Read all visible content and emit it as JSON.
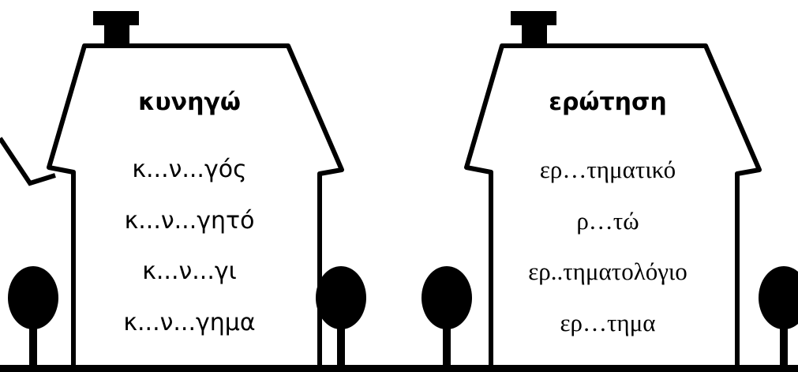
{
  "houses": [
    {
      "title": "κυνηγώ",
      "words": [
        "κ...ν...γός",
        "κ...ν...γητό",
        "κ...ν...γι",
        "κ...ν...γημα"
      ]
    },
    {
      "title": "ερώτηση",
      "words": [
        "ερ…τηματικό",
        "ρ…τώ",
        "ερ..τηματολόγιο",
        "ερ…τημα"
      ]
    }
  ]
}
